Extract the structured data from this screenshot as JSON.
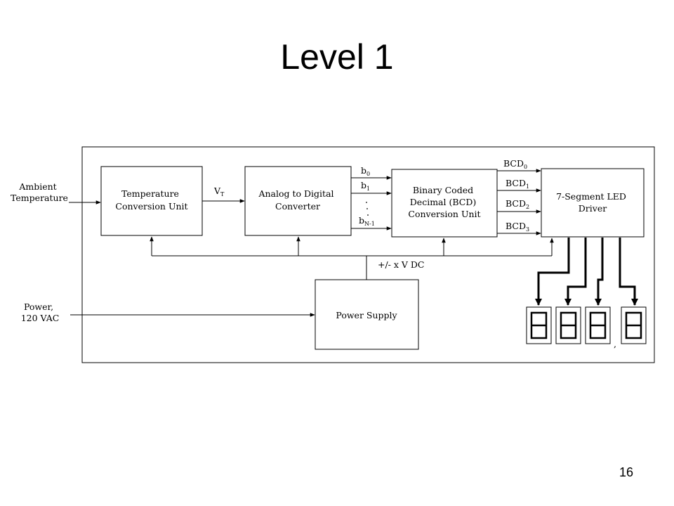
{
  "title": "Level 1",
  "page_number": "16",
  "inputs": {
    "ambient": [
      "Ambient",
      "Temperature"
    ],
    "power": [
      "Power,",
      "120 VAC"
    ]
  },
  "blocks": {
    "temp_conv": [
      "Temperature",
      "Conversion Unit"
    ],
    "adc": [
      "Analog to Digital",
      "Converter"
    ],
    "bcd": [
      "Binary Coded",
      "Decimal (BCD)",
      "Conversion Unit"
    ],
    "led_driver": [
      "7-Segment LED",
      "Driver"
    ],
    "power_supply": "Power Supply"
  },
  "signals": {
    "vt": {
      "base": "V",
      "sub": "T"
    },
    "bits": [
      {
        "base": "b",
        "sub": "0"
      },
      {
        "base": "b",
        "sub": "1"
      },
      {
        "base": "b",
        "sub": "N-1"
      }
    ],
    "bcd": [
      {
        "base": "BCD",
        "sub": "0"
      },
      {
        "base": "BCD",
        "sub": "1"
      },
      {
        "base": "BCD",
        "sub": "2"
      },
      {
        "base": "BCD",
        "sub": "3"
      }
    ],
    "supply": "+/- x V DC"
  },
  "display": {
    "digit_count": 4,
    "separator": ","
  }
}
